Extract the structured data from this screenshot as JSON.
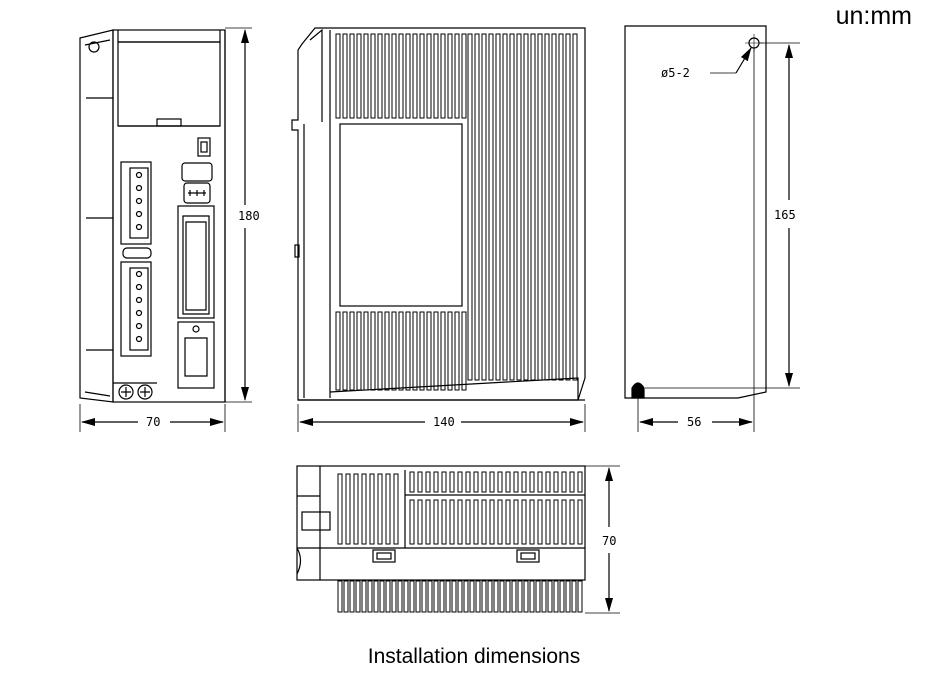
{
  "unit_label": "un:mm",
  "caption": "Installation dimensions",
  "dimensions": {
    "front_height": "180",
    "front_width": "70",
    "side_depth": "140",
    "mount_height": "165",
    "mount_width": "56",
    "hole_spec": "ø5-2",
    "bottom_height": "70"
  }
}
